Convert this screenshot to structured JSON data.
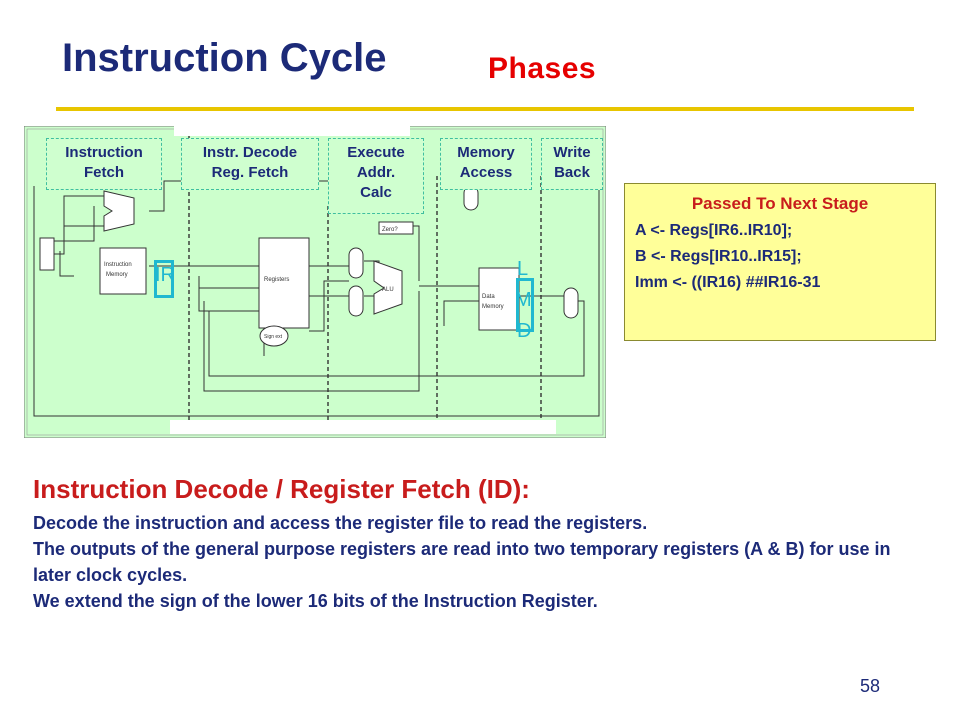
{
  "slide": {
    "title": "Instruction Cycle",
    "subtitle": "Phases",
    "page_number": "58"
  },
  "diagram": {
    "phases": [
      {
        "label": "Instruction\nFetch"
      },
      {
        "label": "Instr. Decode\nReg. Fetch"
      },
      {
        "label": "Execute\nAddr.\nCalc"
      },
      {
        "label": "Memory\nAccess"
      },
      {
        "label": "Write\nBack"
      }
    ],
    "overlay_labels": {
      "ir": "IR",
      "lmd_l": "L",
      "lmd_m": "M",
      "lmd_d": "D"
    },
    "colors": {
      "panel": "#ccffcc",
      "overlay": "#20b8d0"
    }
  },
  "passed_box": {
    "title": "Passed To Next Stage",
    "lines": [
      "A <- Regs[IR6..IR10];",
      "B <- Regs[IR10..IR15];",
      "Imm <- ((IR16) ##IR16-31"
    ]
  },
  "section": {
    "heading": "Instruction Decode / Register Fetch (ID):",
    "paragraphs": [
      "Decode the instruction and access the register file to read the registers.",
      "The outputs of the general purpose registers are read into two temporary registers (A & B) for use in later clock cycles.",
      "We extend the sign of the lower 16 bits of the Instruction Register."
    ]
  }
}
